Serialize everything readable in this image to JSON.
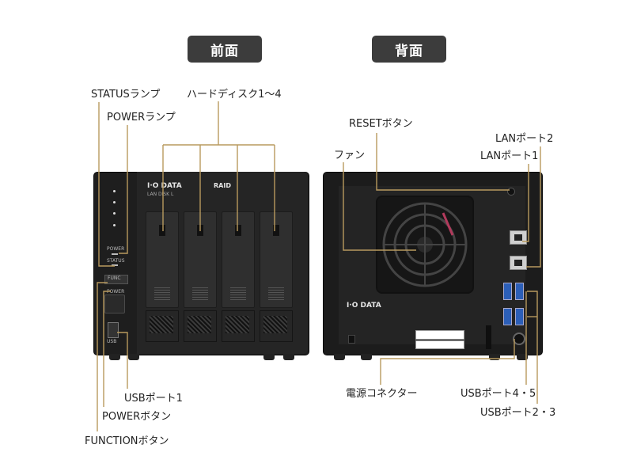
{
  "headers": {
    "front": "前面",
    "back": "背面"
  },
  "front_labels": {
    "status_lamp": "STATUSランプ",
    "power_lamp": "POWERランプ",
    "hdd": "ハードディスク1〜4",
    "usb_port1": "USBポート1",
    "power_button": "POWERボタン",
    "function_button": "FUNCTIONボタン"
  },
  "back_labels": {
    "reset_button": "RESETボタン",
    "lan_port2": "LANポート2",
    "lan_port1": "LANポート1",
    "fan": "ファン",
    "power_connector": "電源コネクター",
    "usb_port45": "USBポート4・5",
    "usb_port23": "USBポート2・3"
  },
  "device_print": {
    "brand": "I·O DATA",
    "raid": "RAID",
    "model": "LAN DISK L",
    "power": "POWER",
    "status": "STATUS",
    "func": "FUNC",
    "power_btn": "POWER",
    "usb_label": "USB"
  },
  "colors": {
    "header_bg": "#3c3c3c",
    "leader_line": "#b89a5e",
    "device_body": "#1e1e1e",
    "usb_blue": "#2c5fb8"
  }
}
